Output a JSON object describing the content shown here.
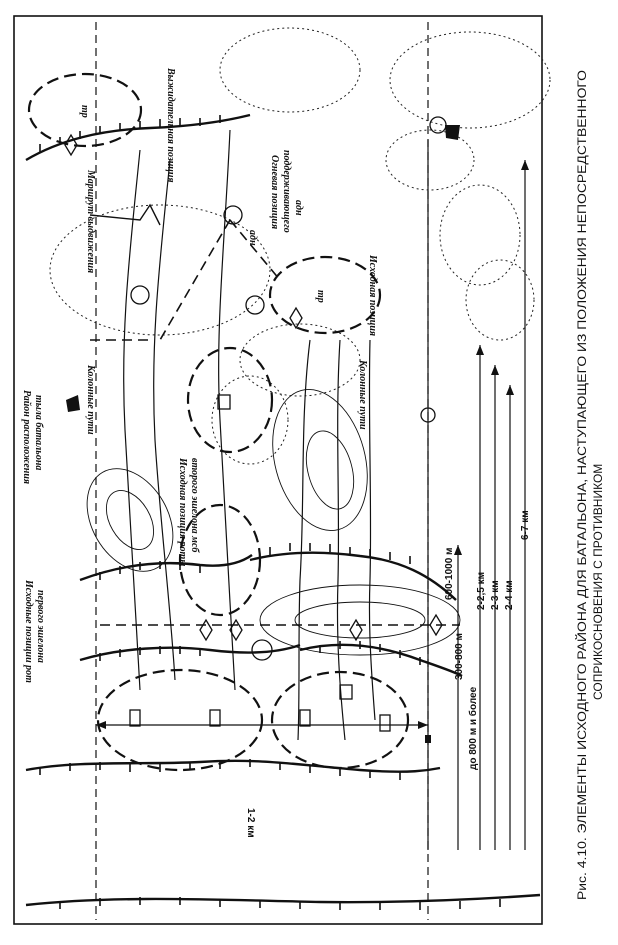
{
  "caption": {
    "line1": "Рис. 4.10. ЭЛЕМЕНТЫ ИСХОДНОГО РАЙОНА ДЛЯ БАТАЛЬОНА, НАСТУПАЮЩЕГО ИЗ ПОЛОЖЕНИЯ НЕПОСРЕДСТВЕННОГО",
    "line2": "СОПРИКОСНОВЕНИЯ С ПРОТИВНИКОМ"
  },
  "labels": {
    "wait_position": "Выжидательная позиция",
    "tr_top": "тр",
    "tr_mid": "тр",
    "route": "Маршрут выдвижения",
    "firing_pos_line1": "Огневая позиция",
    "firing_pos_line2": "поддерживающего",
    "firing_pos_line3": "адн",
    "adn": "адн",
    "start_pos": "Исходная позиция",
    "column_paths_a": "Колонные пути",
    "column_paths_b": "Колонные пути",
    "rear_area_line1": "Район расположения",
    "rear_area_line2": "тыла батальона",
    "second_echelon_line1": "Исходная позиция роты",
    "second_echelon_line2": "второго эшелона мсб",
    "first_echelon_line1": "Исходные позиции рот",
    "first_echelon_line2": "первого эшелона"
  },
  "distances": {
    "d_1_2": "1-2 км",
    "d_300_800": "300-800 м",
    "d_800_more": "до 800 м и более",
    "d_600_1000": "600-1000 м",
    "d_2_25": "2-2,5 км",
    "d_2_3": "2-3 км",
    "d_2_4": "2-4 км",
    "d_6_7": "6-7 км"
  },
  "colors": {
    "ink": "#111111",
    "paper": "#ffffff"
  }
}
